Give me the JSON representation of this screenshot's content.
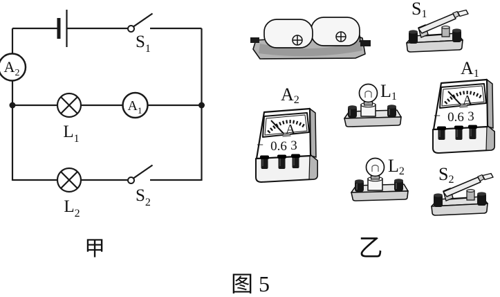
{
  "captions": {
    "panel_left": "甲",
    "panel_right": "乙",
    "figure_number": "图 5"
  },
  "labels": {
    "a1": {
      "base": "A",
      "sub": "1"
    },
    "a2": {
      "base": "A",
      "sub": "2"
    },
    "l1": {
      "base": "L",
      "sub": "1"
    },
    "l2": {
      "base": "L",
      "sub": "2"
    },
    "s1": {
      "base": "S",
      "sub": "1"
    },
    "s2": {
      "base": "S",
      "sub": "2"
    }
  },
  "ammeter_face": {
    "dial_letter": "A",
    "terminals": {
      "neg": "−",
      "mid": "0.6",
      "max": "3"
    }
  },
  "colors": {
    "ink": "#1a1a1a",
    "paper": "#ffffff",
    "light_gray": "#e3e3e3",
    "mid_gray": "#c0c0c0",
    "dark_gray": "#8f8f8f"
  }
}
